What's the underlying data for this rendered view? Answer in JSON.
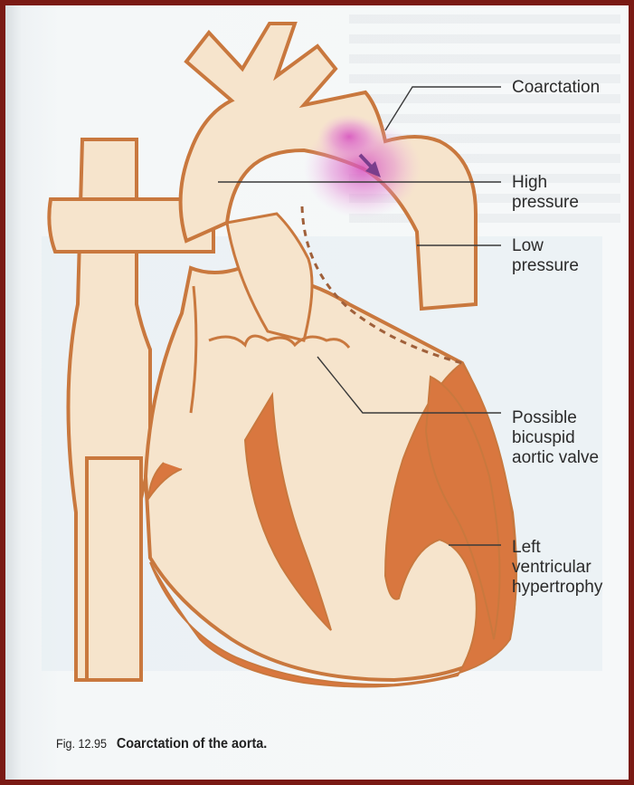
{
  "labels": {
    "coarctation": "Coarctation",
    "high_pressure": "High\npressure",
    "low_pressure": "Low\npressure",
    "aortic_valve": "Possible\nbicuspid\naortic valve",
    "lv_hypertrophy": "Left\nventricular\nhypertrophy"
  },
  "caption": {
    "figure_number": "Fig. 12.95",
    "title": "Coarctation of the aorta."
  },
  "colors": {
    "wall": "#c9783e",
    "chamber": "#f6e4cc",
    "muscle": "#d9773f",
    "jet": "#d64fbe",
    "arrow": "#7a3e8c",
    "leader": "#3a3a3a"
  }
}
